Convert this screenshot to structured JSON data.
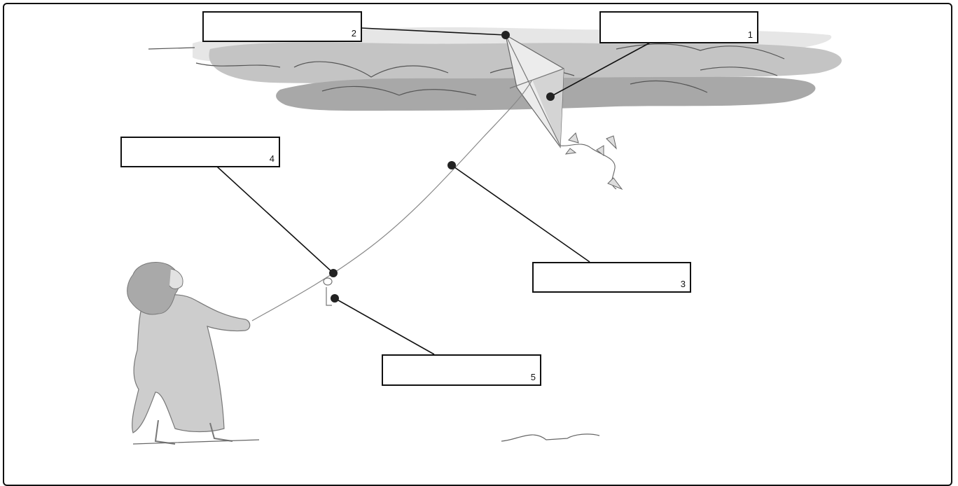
{
  "diagram": {
    "labels": [
      {
        "number": "1",
        "text": ""
      },
      {
        "number": "2",
        "text": ""
      },
      {
        "number": "3",
        "text": ""
      },
      {
        "number": "4",
        "text": ""
      },
      {
        "number": "5",
        "text": ""
      }
    ]
  },
  "colors": {
    "cloud_light": "#e4e4e4",
    "cloud_mid": "#b8b8b8",
    "cloud_dark": "#9a9a9a",
    "figure": "#c9c9c9",
    "figure_dark": "#a5a5a5",
    "line": "#111111"
  }
}
